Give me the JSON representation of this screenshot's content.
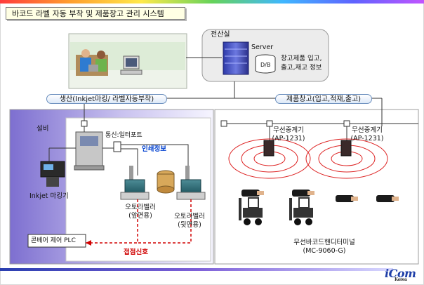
{
  "title": "바코드 라벨 자동 부착  및 제품창고 관리 시스템",
  "server_room": {
    "title": "전산실",
    "server_label": "Server",
    "db_label": "D/B",
    "info_lines": [
      "창고제품 입고,",
      "출고,재고 정보"
    ]
  },
  "production": {
    "banner": "생산(Inkjet마킹/ 라벨자동부착)",
    "equipment_label": "설비",
    "comm_port_label": "통신:일터포트",
    "print_info_label": "인쇄정보",
    "inkjet_label": "Inkjet 마킹기",
    "labeler_front": [
      "오토라벨러",
      "(앞면용)"
    ],
    "labeler_back": [
      "오토라벨러",
      "(뒷면용)"
    ],
    "plc_label": "콘베어 제어 PLC",
    "contact_signal_label": "접점신호"
  },
  "warehouse": {
    "banner": "제품창고(입고,적재,출고)",
    "relay1": [
      "무선중계기",
      "(AP-1231)"
    ],
    "relay2": [
      "무선중계기",
      "(AP-1231)"
    ],
    "terminal": [
      "무선바코드핸디터미널",
      "(MC-9060-G)"
    ]
  },
  "logo": {
    "brand": "iCom",
    "sub": "Korea"
  },
  "colors": {
    "accent_blue": "#0040d0",
    "signal_red": "#d00000",
    "production_panel": "#8a7cd6",
    "pill_border": "#6b8fbe"
  }
}
